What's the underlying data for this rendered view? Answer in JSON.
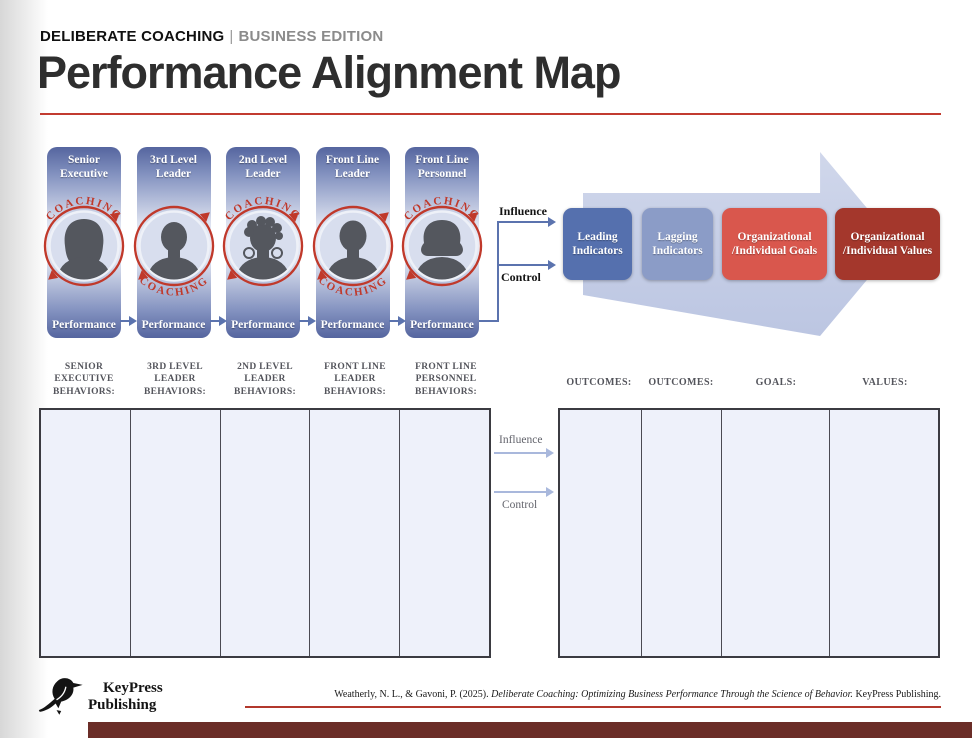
{
  "header": {
    "brand": "DELIBERATE COACHING",
    "divider": "|",
    "edition": "BUSINESS EDITION",
    "title": "Performance Alignment Map"
  },
  "pipeline": {
    "coaching_label": "COACHING",
    "performance_label": "Performance",
    "influence_label": "Influence",
    "control_label": "Control",
    "panels": [
      {
        "line1": "Senior",
        "line2": "Executive"
      },
      {
        "line1": "3rd Level",
        "line2": "Leader"
      },
      {
        "line1": "2nd Level",
        "line2": "Leader"
      },
      {
        "line1": "Front Line",
        "line2": "Leader"
      },
      {
        "line1": "Front Line",
        "line2": "Personnel"
      }
    ],
    "outcome_boxes": [
      {
        "label": "Leading Indicators"
      },
      {
        "label": "Lagging Indicators"
      },
      {
        "label": "Organizational /Individual Goals"
      },
      {
        "label": "Organizational /Individual Values"
      }
    ]
  },
  "worksheet": {
    "influence_label": "Influence",
    "control_label": "Control",
    "behavior_headers": [
      {
        "line1": "SENIOR",
        "line2": "EXECUTIVE",
        "line3": "BEHAVIORS:"
      },
      {
        "line1": "3RD LEVEL",
        "line2": "LEADER",
        "line3": "BEHAVIORS:"
      },
      {
        "line1": "2ND LEVEL",
        "line2": "LEADER",
        "line3": "BEHAVIORS:"
      },
      {
        "line1": "FRONT LINE",
        "line2": "LEADER",
        "line3": "BEHAVIORS:"
      },
      {
        "line1": "FRONT LINE",
        "line2": "PERSONNEL",
        "line3": "BEHAVIORS:"
      }
    ],
    "outcome_headers": [
      "OUTCOMES:",
      "OUTCOMES:",
      "GOALS:",
      "VALUES:"
    ]
  },
  "footer": {
    "publisher_line1": "KeyPress",
    "publisher_line2": "Publishing",
    "citation_prefix": "Weatherly, N. L., & Gavoni, P. (2025). ",
    "citation_title": "Deliberate Coaching: Optimizing Business Performance Through the Science of Behavior.",
    "citation_suffix": " KeyPress Publishing."
  },
  "colors": {
    "accent_red": "#c23b30",
    "coach_red": "#c0392b",
    "leading": "#5570ae",
    "lagging": "#8b9cc7",
    "goals": "#d9574d",
    "values": "#a4372c",
    "line_blue": "#5b73ae",
    "light_arrow": "#a9b8dc",
    "bottom_bar": "#6b2d27"
  }
}
